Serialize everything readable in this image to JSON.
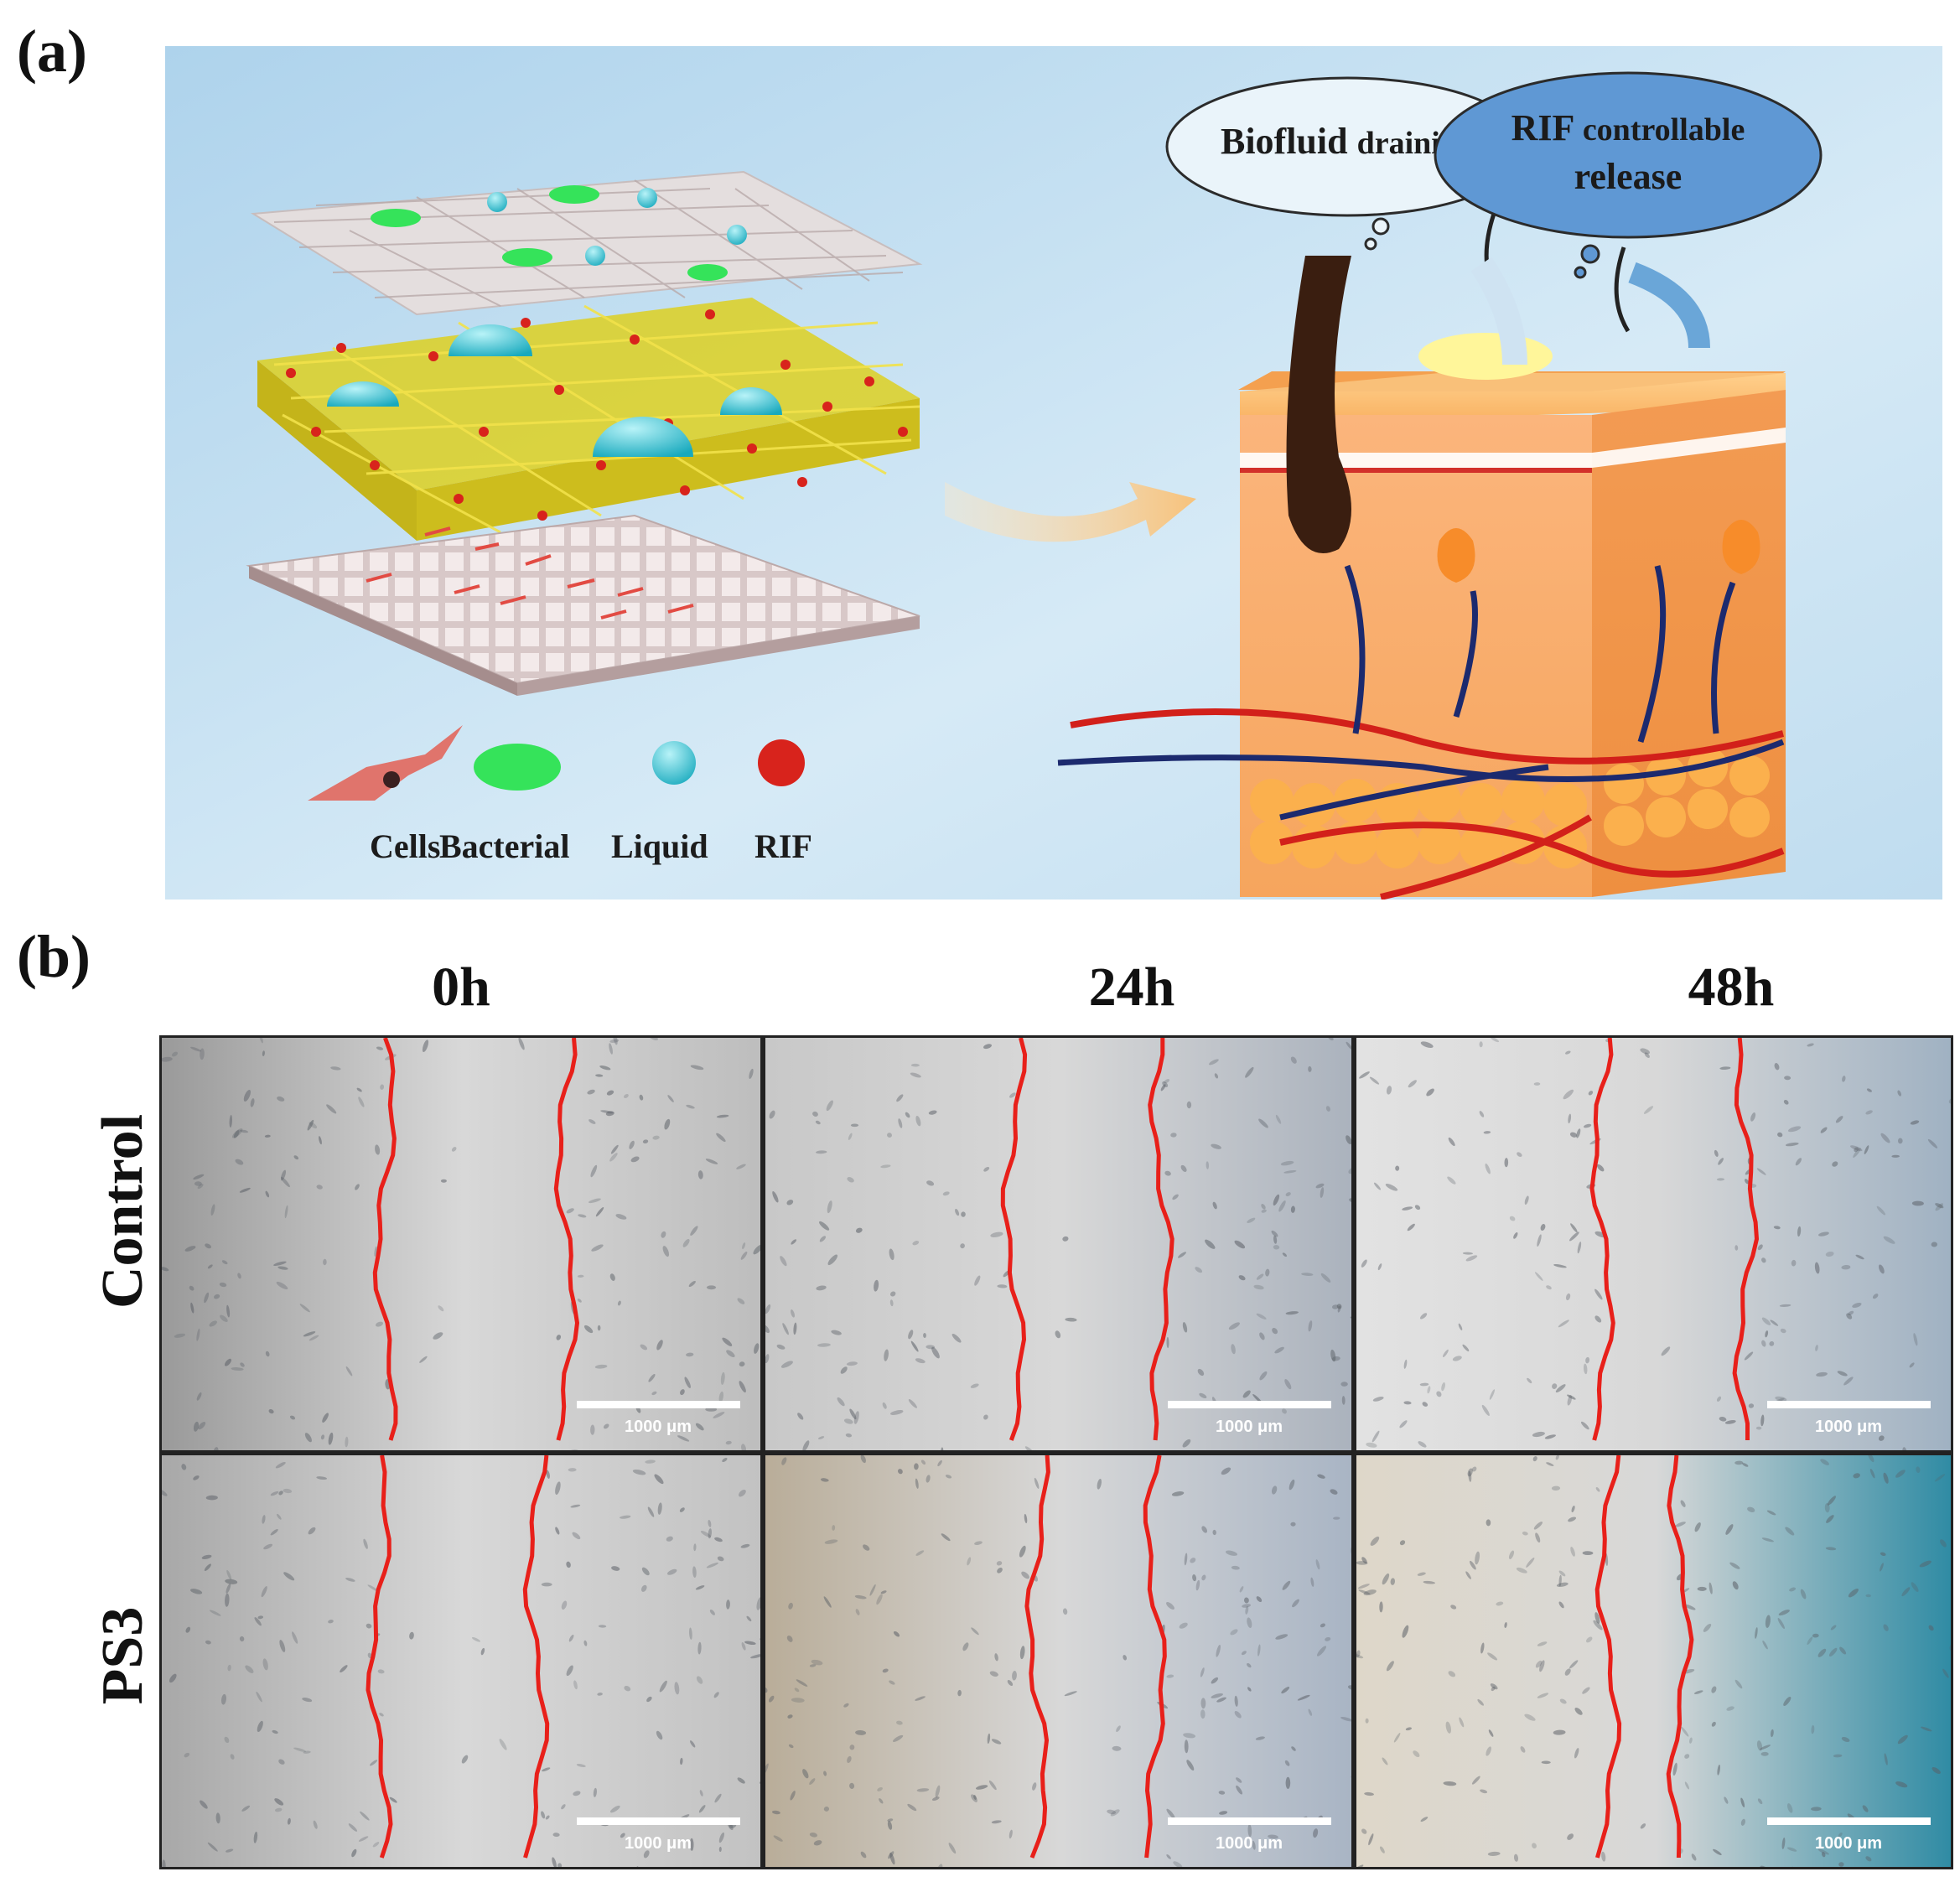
{
  "panel_a": {
    "label": "(a)",
    "legend": {
      "cells": "Cells",
      "bacterial": "Bacterial",
      "liquid": "Liquid",
      "rif": "RIF"
    },
    "cloud_left": {
      "bold": "Biofluid",
      "rest": "draining"
    },
    "cloud_right": {
      "line1_bold": "RIF",
      "line1_rest": "controllable",
      "line2": "release"
    },
    "colors": {
      "background": "#bcdcf0",
      "fiber": "#e6d52a",
      "rif_dot": "#d8231c",
      "liquid": "#3cc6d4",
      "bacteria": "#35e35a",
      "skin": "#f7b06a"
    }
  },
  "panel_b": {
    "label": "(b)",
    "columns": [
      "0h",
      "24h",
      "48h"
    ],
    "rows": [
      "Control",
      "PS3"
    ],
    "scale_bar": "1000 μm",
    "line_color": "#e8201a"
  }
}
